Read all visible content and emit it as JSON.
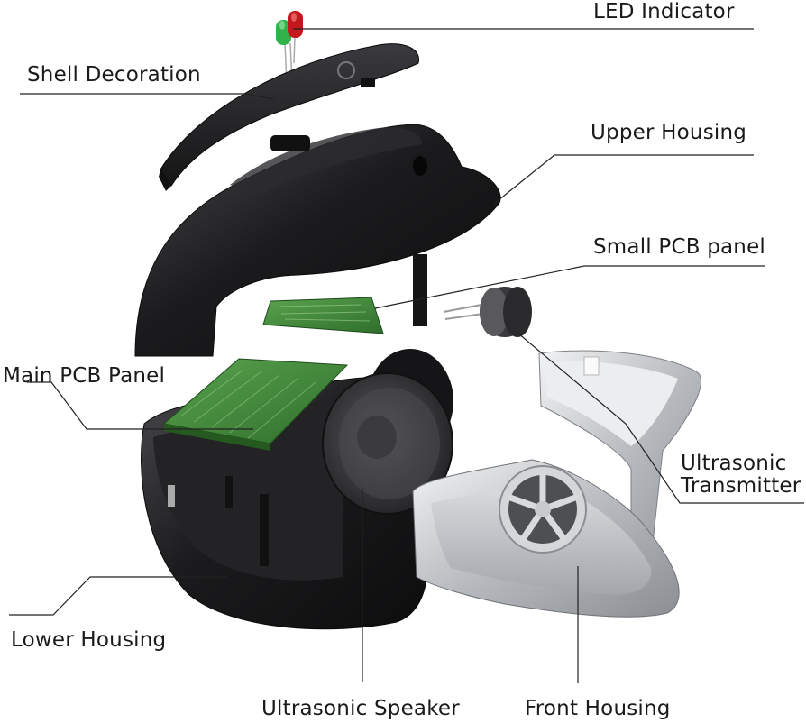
{
  "labels": {
    "led_indicator": "LED Indicator",
    "shell_decoration": "Shell Decoration",
    "upper_housing": "Upper Housing",
    "small_pcb_panel": "Small PCB panel",
    "main_pcb_panel": "Main PCB Panel",
    "ultrasonic_transmitter_line1": "Ultrasonic",
    "ultrasonic_transmitter_line2": "Transmitter",
    "lower_housing": "Lower Housing",
    "ultrasonic_speaker": "Ultrasonic Speaker",
    "front_housing": "Front Housing"
  },
  "colors": {
    "housing_black": "#1b1b1d",
    "pcb_green": "#3f8a3a",
    "metal_silver": "#c9cbce",
    "led_green": "#2fb34a",
    "led_red": "#c4161c"
  }
}
